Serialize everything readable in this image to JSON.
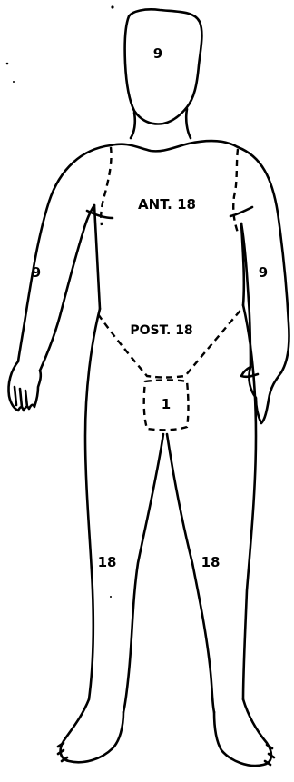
{
  "figure": {
    "regions": {
      "head": "9",
      "anterior_trunk": "ANT. 18",
      "posterior_trunk": "POST. 18",
      "right_arm": "9",
      "left_arm": "9",
      "perineum": "1",
      "right_leg": "18",
      "left_leg": "18"
    },
    "line_color": "#000000",
    "background_color": "#ffffff"
  }
}
